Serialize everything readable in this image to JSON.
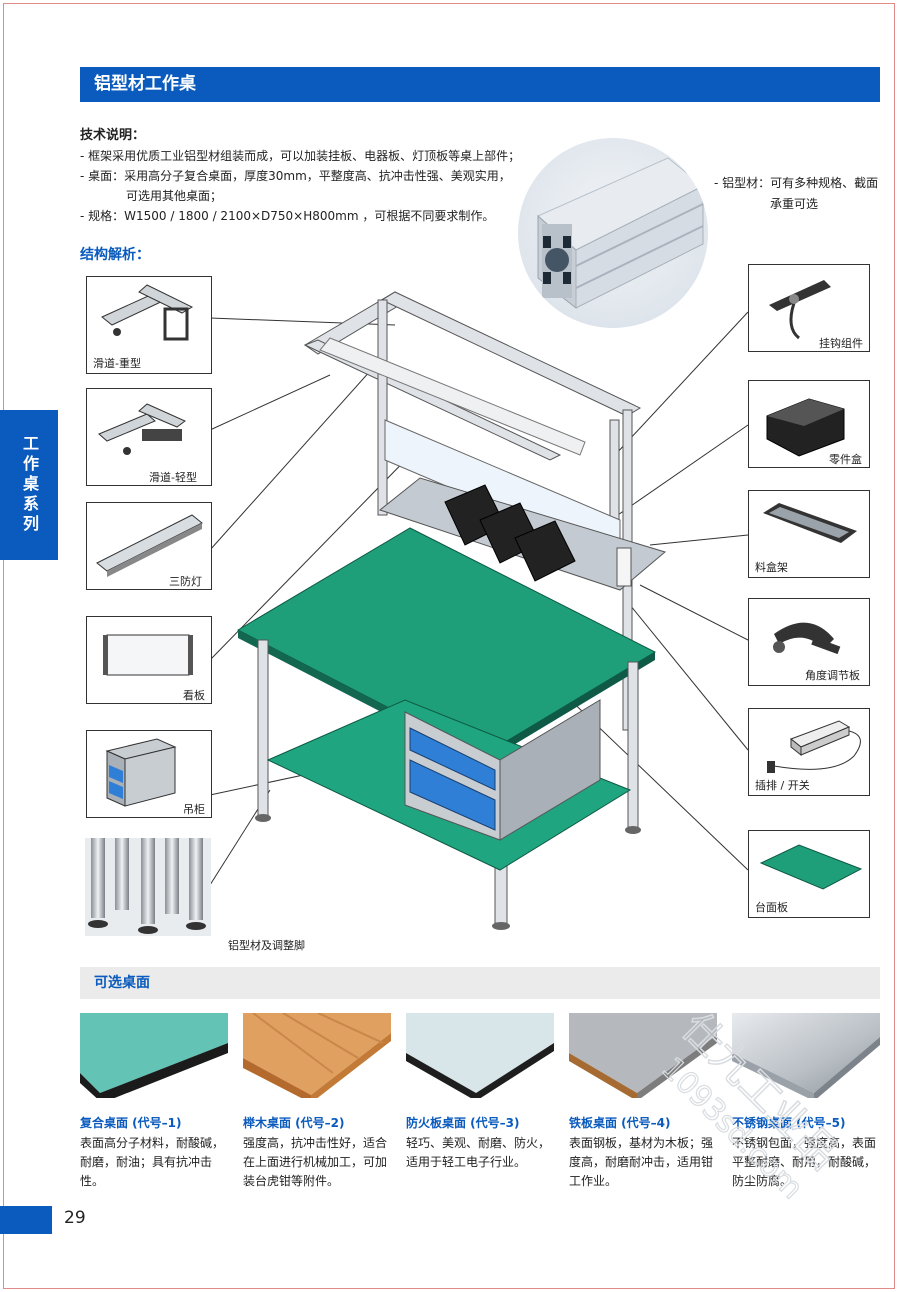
{
  "page": {
    "title": "铝型材工作桌",
    "side_tab": "工作桌系列",
    "page_number": "29"
  },
  "tech": {
    "heading": "技术说明：",
    "lines": [
      "- 框架采用优质工业铝型材组装而成，可以加装挂板、电器板、灯顶板等桌上部件；",
      "- 桌面：采用高分子复合桌面，厚度30mm，平整度高、抗冲击性强、美观实用，",
      "可选用其他桌面；",
      "- 规格：W1500 / 1800 / 2100×D750×H800mm ，可根据不同要求制作。"
    ]
  },
  "profile_note": {
    "line1": "- 铝型材：可有多种规格、截面",
    "line2": "承重可选"
  },
  "structure": {
    "heading": "结构解析：",
    "left_parts": [
      "滑道-重型",
      "滑道-轻型",
      "三防灯",
      "看板",
      "吊柜"
    ],
    "foot_label": "铝型材及调整脚",
    "right_parts": [
      "挂钩组件",
      "零件盒",
      "料盒架",
      "角度调节板",
      "插排 / 开关",
      "台面板"
    ]
  },
  "options": {
    "heading": "可选桌面",
    "items": [
      {
        "title": "复合桌面 (代号–1)",
        "desc": "表面高分子材料，耐酸碱，耐磨，耐油；具有抗冲击性。"
      },
      {
        "title": "榉木桌面 (代号–2)",
        "desc": "强度高，抗冲击性好，适合在上面进行机械加工，可加装台虎钳等附件。"
      },
      {
        "title": "防火板桌面 (代号–3)",
        "desc": "轻巧、美观、耐磨、防火，适用于轻工电子行业。"
      },
      {
        "title": "铁板桌面 (代号–4)",
        "desc": "表面钢板，基材为木板；强度高，耐磨耐冲击，适用钳工作业。"
      },
      {
        "title": "不锈钢桌面 (代号–5)",
        "desc": "不锈钢包面，强度高，表面平整耐磨、耐用，耐酸碱，防尘防腐。"
      }
    ]
  },
  "watermark": {
    "line1": "仕九工业品",
    "line2": "1093sd.com"
  },
  "colors": {
    "brand_blue": "#0a5bbd",
    "table_green": "#1f9e7a",
    "drawer_blue": "#2f7fd6"
  }
}
